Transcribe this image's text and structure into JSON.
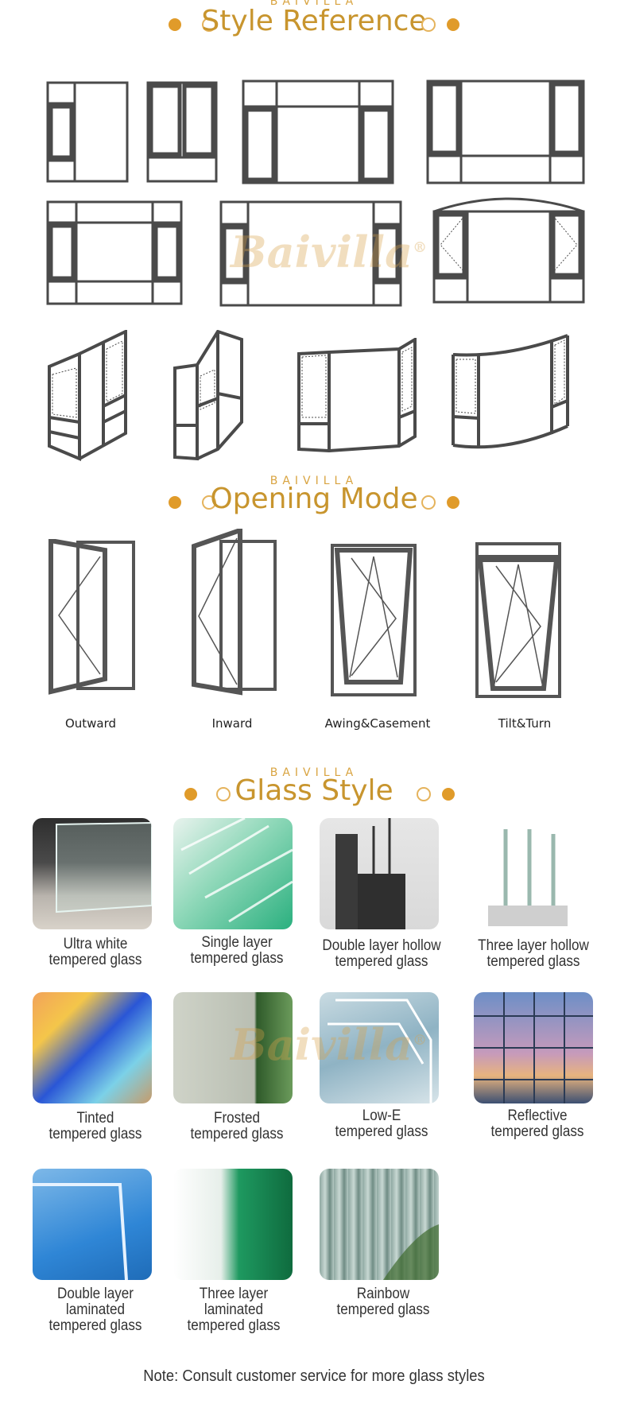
{
  "sections": {
    "style": {
      "brand": "BAIVILLA",
      "title": "Style Reference"
    },
    "opening": {
      "brand": "BAIVILLA",
      "title": "Opening Mode"
    },
    "glass": {
      "brand": "BAIVILLA",
      "title": "Glass Style"
    }
  },
  "watermark": {
    "text": "Baivilla",
    "mark": "®"
  },
  "opening_modes": [
    "Outward",
    "Inward",
    "Awing&Casement",
    "Tilt&Turn"
  ],
  "glass_styles": [
    {
      "line1": "Ultra white",
      "line2": "tempered glass",
      "line3": ""
    },
    {
      "line1": "Single layer",
      "line2": "tempered glass",
      "line3": ""
    },
    {
      "line1": "Double layer hollow",
      "line2": "tempered glass",
      "line3": ""
    },
    {
      "line1": "Three layer hollow",
      "line2": "tempered glass",
      "line3": ""
    },
    {
      "line1": "Tinted",
      "line2": "tempered glass",
      "line3": ""
    },
    {
      "line1": "Frosted",
      "line2": "tempered glass",
      "line3": ""
    },
    {
      "line1": "Low-E",
      "line2": "tempered glass",
      "line3": ""
    },
    {
      "line1": "Reflective",
      "line2": "tempered glass",
      "line3": ""
    },
    {
      "line1": "Double layer",
      "line2": "laminated",
      "line3": "tempered glass"
    },
    {
      "line1": "Three layer",
      "line2": "laminated",
      "line3": "tempered glass"
    },
    {
      "line1": "Rainbow",
      "line2": "tempered glass",
      "line3": ""
    }
  ],
  "note": "Note: Consult customer service for more glass styles",
  "colors": {
    "accent": "#c8952e",
    "frame": "#4a4a4a",
    "dot": "#e09b2a"
  }
}
